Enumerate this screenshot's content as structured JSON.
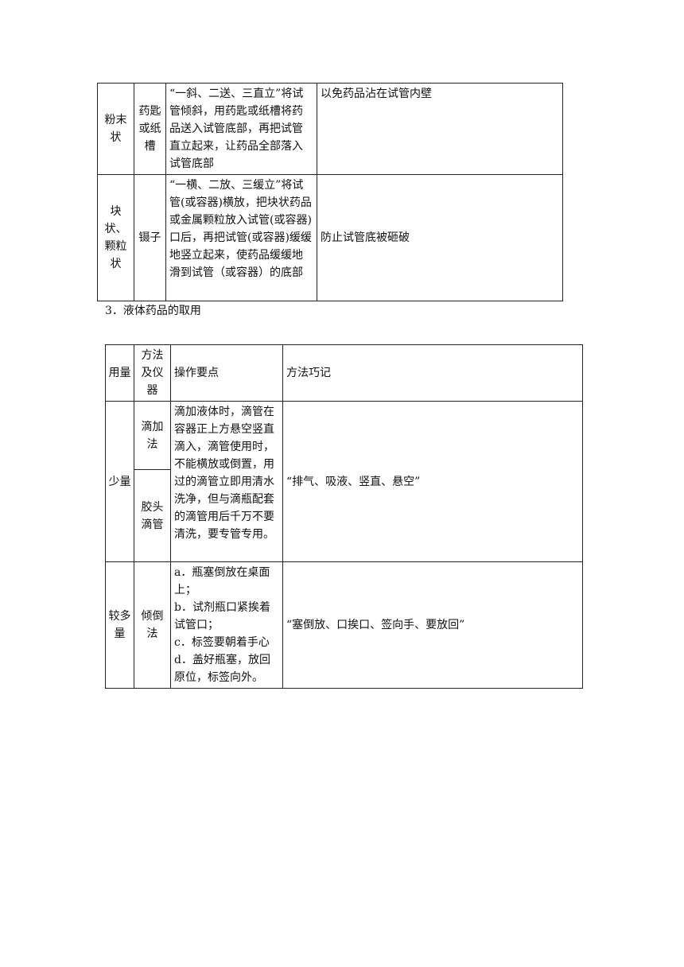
{
  "solid_table": {
    "rows": [
      {
        "form": "粉末状",
        "tool": "药匙或纸槽",
        "method": "“一斜、二送、三直立”将试管倾斜，用药匙或纸槽将药品送入试管底部，再把试管直立起来，让药品全部落入试管底部",
        "reason": "以免药品沾在试管内壁"
      },
      {
        "form": "块状、颗粒状",
        "tool": "镊子",
        "method": "“一横、二放、三缓立”将试管(或容器)横放，把块状药品或金属颗粒放入试管(或容器)口后，再把试管(或容器)缓缓地竖立起来，使药品缓缓地滑到试管（或容器）的底部",
        "reason": "防止试管底被砸破"
      }
    ]
  },
  "section_title": "3．液体药品的取用",
  "liquid_table": {
    "headers": {
      "amount": "用量",
      "method": "方法及仪器",
      "key_points": "操作要点",
      "mnemonic": "方法巧记"
    },
    "small": {
      "amount": "少量",
      "method_1": "滴加法",
      "method_2": "胶头滴管",
      "key_points": "滴加液体时，滴管在容器正上方悬空竖直滴入，滴管使用时，不能横放或倒置，用过的滴管立即用清水洗净，但与滴瓶配套的滴管用后千万不要清洗，要专管专用。",
      "mnemonic": "“排气、吸液、竖直、悬空”"
    },
    "large": {
      "amount": "较多量",
      "method": "倾倒法",
      "points": [
        "a．瓶塞倒放在桌面上；",
        "b．试剂瓶口紧挨着试管口；",
        "c．标签要朝着手心",
        "d．盖好瓶塞，放回原位，标签向外。"
      ],
      "mnemonic": "“塞倒放、口挨口、签向手、要放回”"
    }
  }
}
